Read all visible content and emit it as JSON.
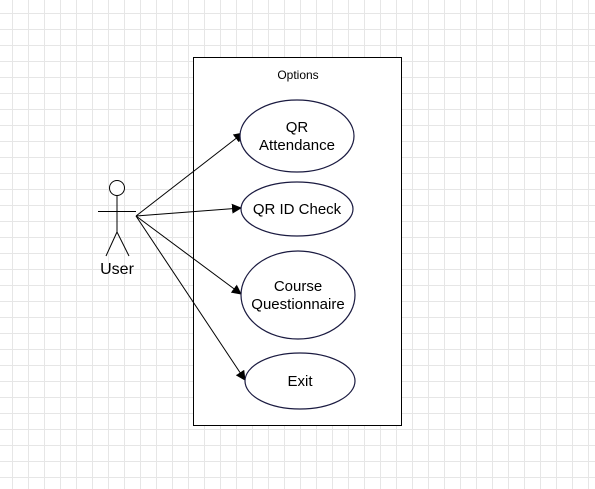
{
  "boundary": {
    "title": "Options"
  },
  "actor": {
    "name": "User"
  },
  "use_cases": [
    {
      "lines": [
        "QR",
        "Attendance"
      ]
    },
    {
      "lines": [
        "QR ID Check"
      ]
    },
    {
      "lines": [
        "Course",
        "Questionnaire"
      ]
    },
    {
      "lines": [
        "Exit"
      ]
    }
  ],
  "colors": {
    "ellipse_stroke": "#1a1a40",
    "line": "#000000",
    "grid": "#e6e6e6"
  }
}
